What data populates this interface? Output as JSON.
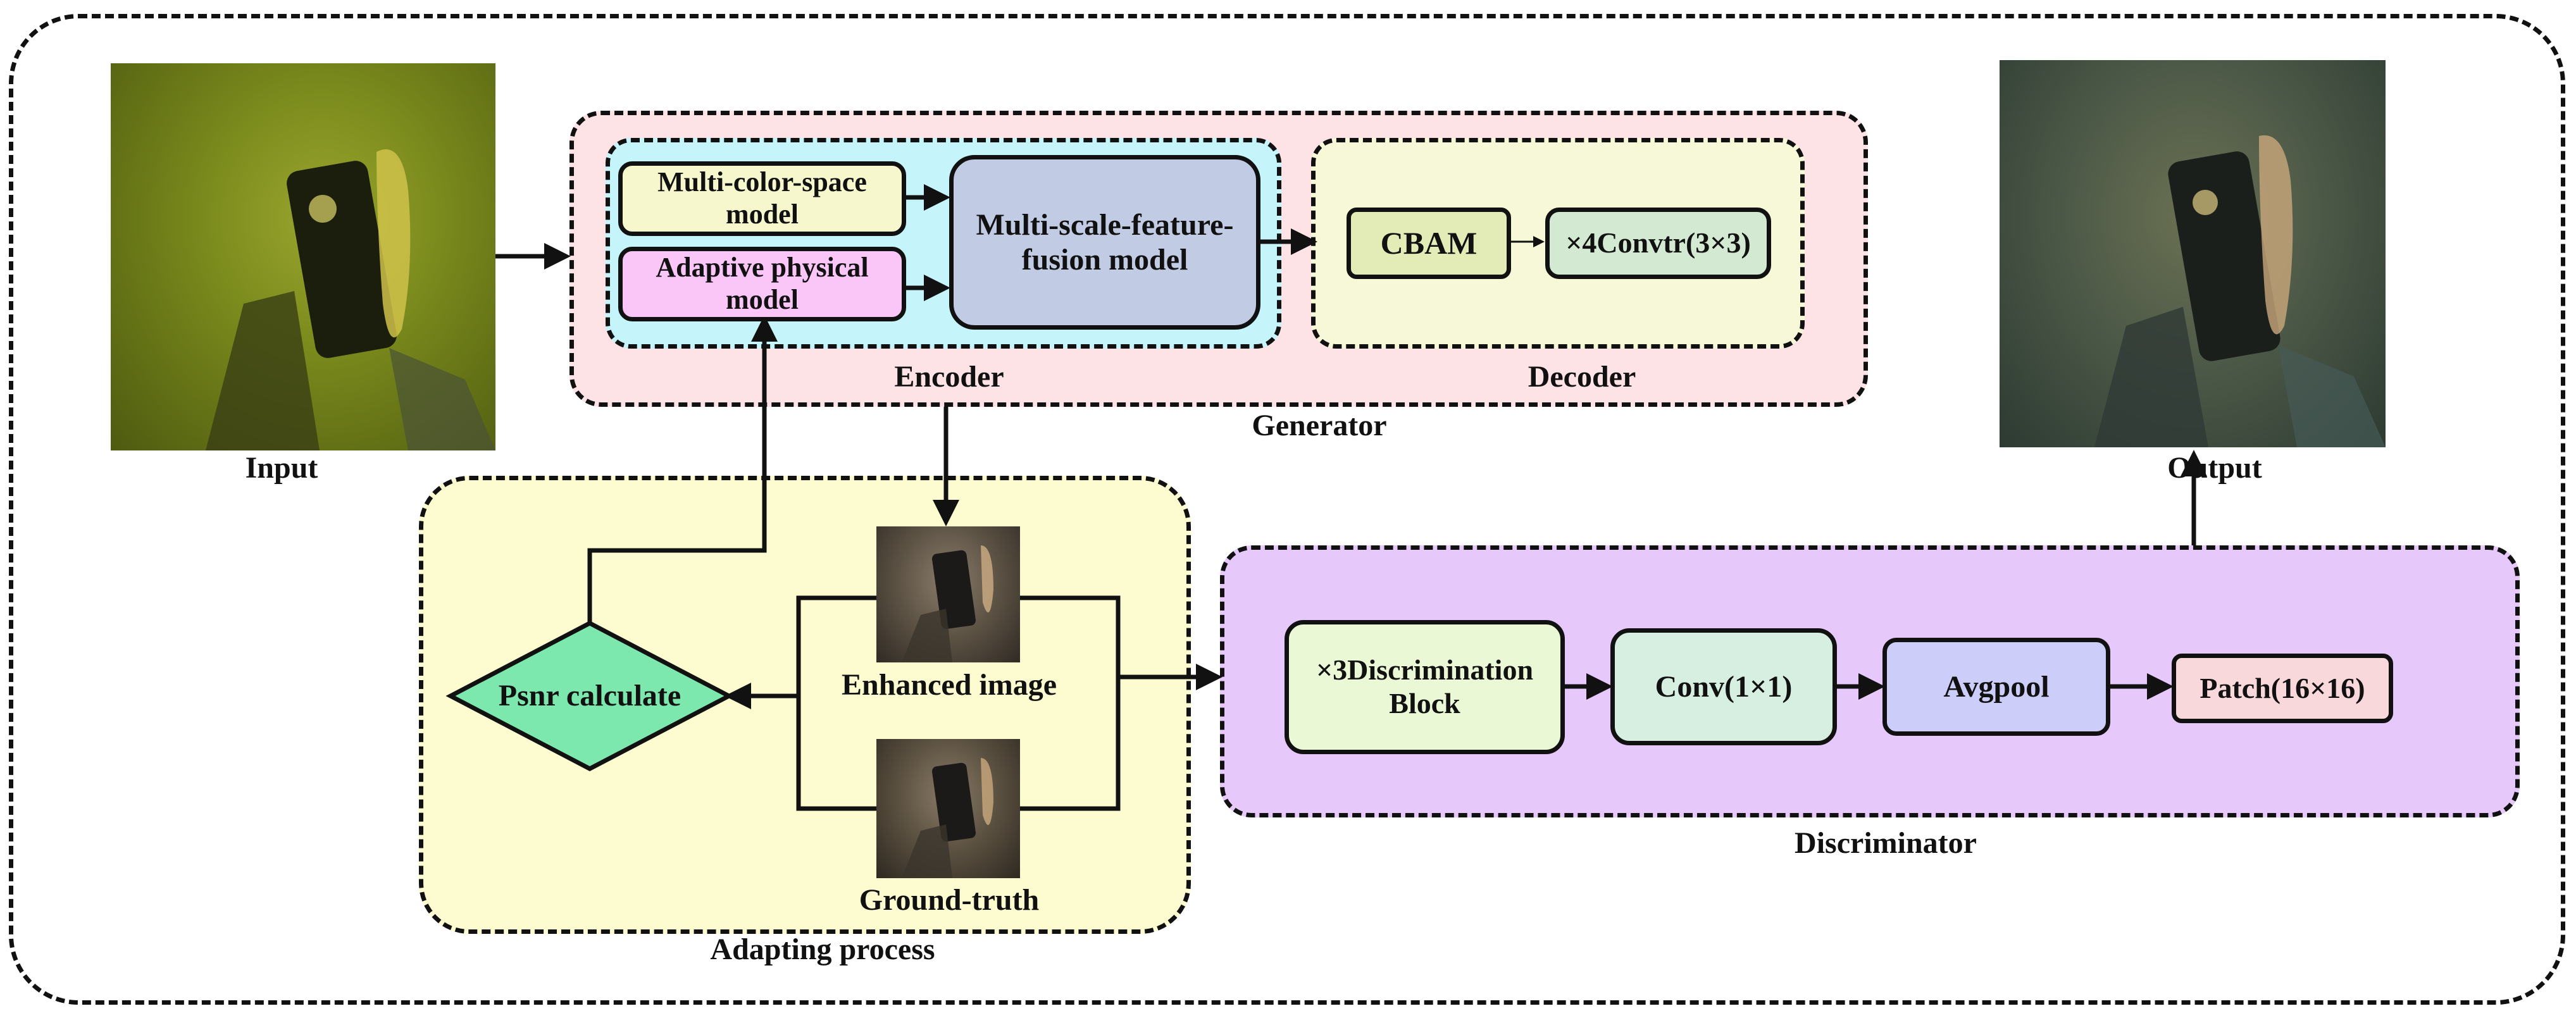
{
  "generator": {
    "label": "Generator",
    "encoder": {
      "label": "Encoder",
      "multi_color_space": "Multi-color-space model",
      "adaptive_physical": "Adaptive physical model",
      "multi_scale_fusion": "Multi-scale-feature-fusion model"
    },
    "decoder": {
      "label": "Decoder",
      "cbam": "CBAM",
      "convtr": "×4Convtr(3×3)"
    }
  },
  "input_label": "Input",
  "output_label": "Output",
  "adapting": {
    "label": "Adapting process",
    "psnr": "Psnr calculate",
    "enhanced": "Enhanced image",
    "ground_truth": "Ground-truth"
  },
  "discriminator": {
    "label": "Discriminator",
    "blocks": [
      "×3Discrimination Block",
      "Conv(1×1)",
      "Avgpool",
      "Patch(16×16)"
    ]
  },
  "colors": {
    "generator_bg": "#fde2e6",
    "encoder_bg": "#c5f5fb",
    "decoder_bg": "#f7f8d8",
    "adapting_bg": "#fdfbd0",
    "discriminator_bg": "#e6c8fb",
    "multi_color_space_fill": "#f6f7cc",
    "adaptive_physical_fill": "#fac6f8",
    "fusion_fill": "#c1cbe3",
    "cbam_fill": "#e3ebb6",
    "convtr_fill": "#d3e9d2",
    "psnr_fill": "#7ce8ad",
    "disc_block_fill": "#eaf8d6",
    "conv_fill": "#d6efe0",
    "avgpool_fill": "#cdcdf9",
    "patch_fill": "#f9d8dc"
  }
}
